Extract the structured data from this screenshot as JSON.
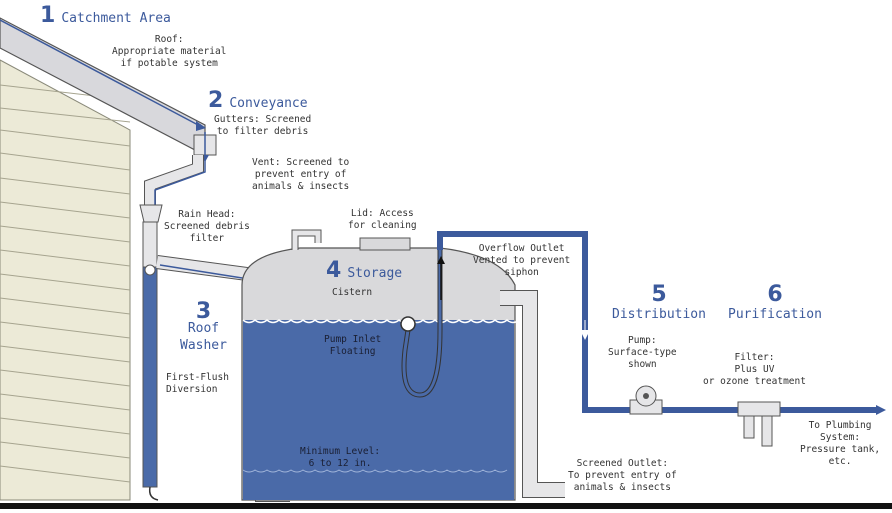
{
  "sections": {
    "catchment": {
      "number": "1",
      "title": "Catchment Area"
    },
    "conveyance": {
      "number": "2",
      "title": "Conveyance"
    },
    "roof_washer": {
      "number": "3",
      "title_line1": "Roof",
      "title_line2": "Washer"
    },
    "storage": {
      "number": "4",
      "title": "Storage"
    },
    "distribution": {
      "number": "5",
      "title": "Distribution"
    },
    "purification": {
      "number": "6",
      "title": "Purification"
    }
  },
  "labels": {
    "roof": [
      "Roof:",
      "Appropriate material",
      "if potable system"
    ],
    "gutters": [
      "Gutters: Screened",
      "to filter debris"
    ],
    "vent": [
      "Vent: Screened to",
      "prevent entry of",
      "animals & insects"
    ],
    "rain_head": [
      "Rain Head:",
      "Screened debris",
      "filter"
    ],
    "lid": [
      "Lid: Access",
      "for cleaning"
    ],
    "overflow": [
      "Overflow Outlet",
      "Vented to prevent",
      "siphon"
    ],
    "cistern": "Cistern",
    "pump_inlet": [
      "Pump Inlet",
      "Floating"
    ],
    "first_flush": [
      "First-Flush",
      "Diversion"
    ],
    "minimum_level": [
      "Minimum Level:",
      "6 to 12 in."
    ],
    "screened_outlet": [
      "Screened Outlet:",
      "To prevent entry of",
      "animals & insects"
    ],
    "pump": [
      "Pump:",
      "Surface-type",
      "shown"
    ],
    "filter": [
      "Filter:",
      "Plus UV",
      "or ozone treatment"
    ],
    "plumbing": [
      "To Plumbing",
      "System:",
      "Pressure tank,",
      "etc."
    ]
  },
  "colors": {
    "accent": "#3c5a9c",
    "water": "#4a6aa8",
    "pipe": "#e6e6e8",
    "tank_top": "#d9d9db",
    "siding": "#ecead7"
  }
}
